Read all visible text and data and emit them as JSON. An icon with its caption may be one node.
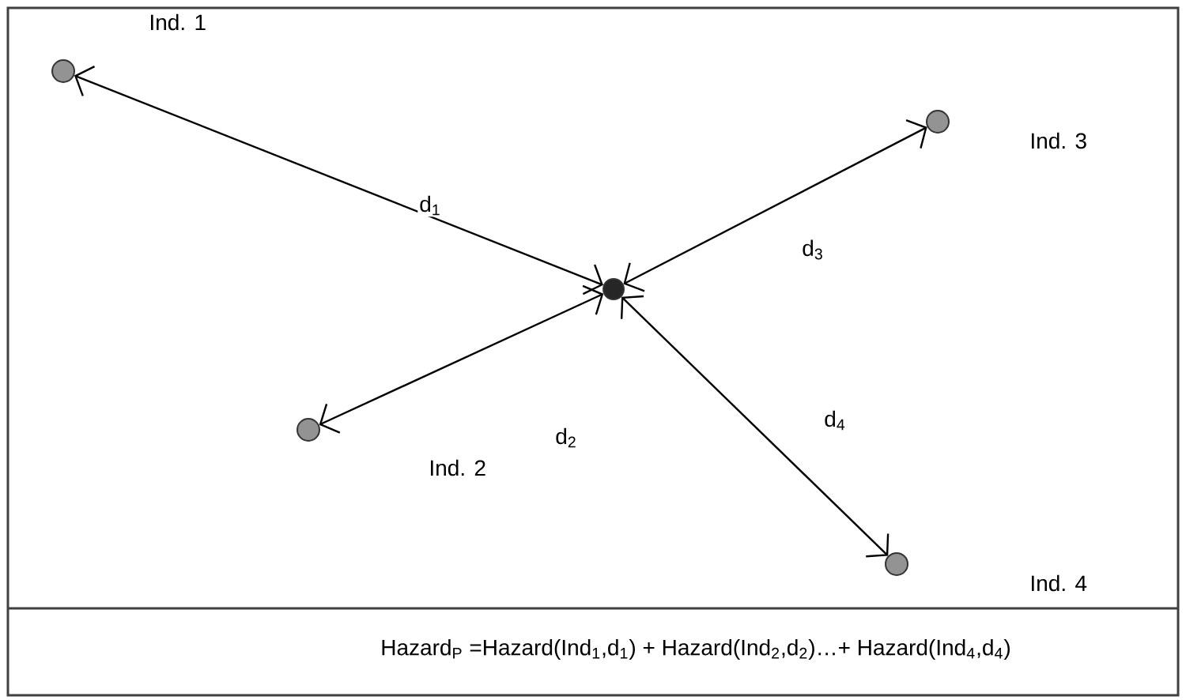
{
  "diagram": {
    "nodes": [
      {
        "text": [],
        "shape": "circle",
        "beside": [
          "Ind. 1"
        ]
      },
      {
        "text": [],
        "shape": "circle",
        "beside": [
          "Ind. 3"
        ]
      },
      {
        "text": [],
        "shape": "circle"
      },
      {
        "text": [],
        "shape": "circle"
      },
      {
        "text": [],
        "shape": "circle"
      }
    ],
    "edges": [
      {
        "from": 2,
        "to": 0,
        "arrow": "both",
        "label": "d$_{1}$"
      },
      {
        "from": 2,
        "to": 3,
        "arrow": "both",
        "label": "d$_{2}$"
      },
      {
        "from": 2,
        "to": 1,
        "arrow": "both",
        "label": "d$_{3}$"
      },
      {
        "from": 2,
        "to": 4,
        "arrow": "both",
        "label": "d$_{4}$"
      }
    ],
    "labels": [
      "Ind. 2",
      "Ind. 4",
      "Hazard$_{P}$ =Hazard(Ind$_{1}$,d$_{1}$) + Hazard(Ind$_{2}$,d$_{2}$)…+ Hazard(Ind$_{4}$,d$_{4}$)"
    ]
  }
}
